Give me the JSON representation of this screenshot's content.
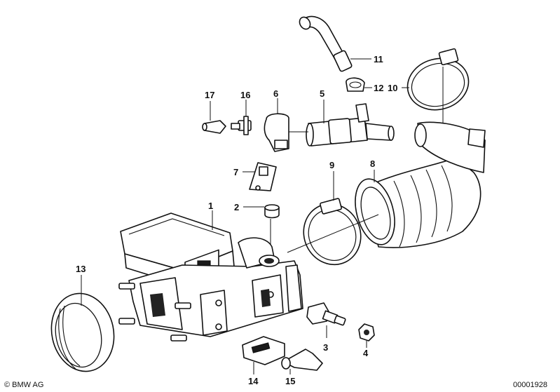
{
  "callouts": {
    "p1": "1",
    "p2": "2",
    "p3": "3",
    "p4": "4",
    "p5": "5",
    "p6": "6",
    "p7": "7",
    "p8": "8",
    "p9": "9",
    "p10": "10",
    "p11": "11",
    "p12": "12",
    "p13": "13",
    "p14": "14",
    "p15": "15",
    "p16": "16",
    "p17": "17"
  },
  "footer": {
    "copyright": "© BMW AG",
    "diagram_number": "00001928"
  }
}
